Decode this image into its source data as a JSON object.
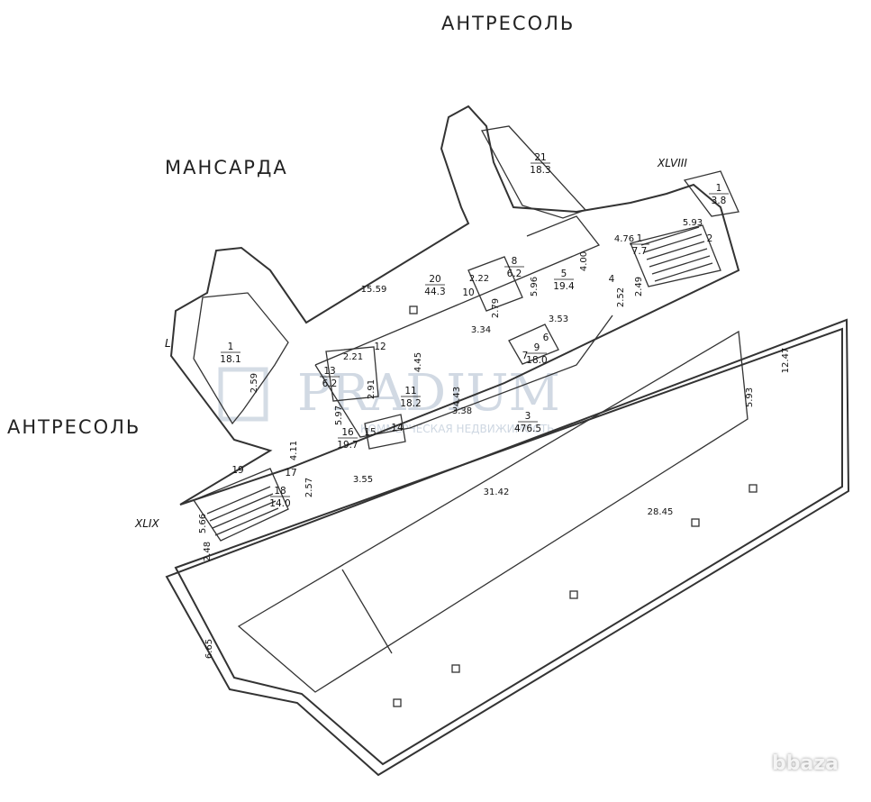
{
  "labels": {
    "antresol_top": "АНТРЕСОЛЬ",
    "mansarda": "МАНСАРДА",
    "antresol_left": "АНТРЕСОЛЬ"
  },
  "axes": {
    "xlviii": "XLVIII",
    "xlix": "XLIX",
    "l": "L"
  },
  "rooms": [
    {
      "no": "21",
      "area": "18.3"
    },
    {
      "no": "1",
      "area": "3.8"
    },
    {
      "no": "1",
      "area": "7.7"
    },
    {
      "no": "2",
      "area": ""
    },
    {
      "no": "20",
      "area": "44.3"
    },
    {
      "no": "8",
      "area": "6.2"
    },
    {
      "no": "10",
      "area": ""
    },
    {
      "no": "5",
      "area": "19.4"
    },
    {
      "no": "4",
      "area": ""
    },
    {
      "no": "9",
      "area": "18.0"
    },
    {
      "no": "7",
      "area": ""
    },
    {
      "no": "6",
      "area": ""
    },
    {
      "no": "1",
      "area": "18.1"
    },
    {
      "no": "12",
      "area": ""
    },
    {
      "no": "13",
      "area": "6.2"
    },
    {
      "no": "11",
      "area": "18.2"
    },
    {
      "no": "3",
      "area": "476.5"
    },
    {
      "no": "16",
      "area": "19.7"
    },
    {
      "no": "15",
      "area": ""
    },
    {
      "no": "14",
      "area": ""
    },
    {
      "no": "19",
      "area": ""
    },
    {
      "no": "17",
      "area": ""
    },
    {
      "no": "18",
      "area": "14.0"
    }
  ],
  "dims": [
    "5.93",
    "2.49",
    "2.52",
    "4.76",
    "4.00",
    "5.96",
    "2.22",
    "2.79",
    "3.34",
    "3.53",
    "15.59",
    "2.59",
    "2.21",
    "2.91",
    "4.45",
    "4.43",
    "5.97",
    "3.38",
    "12.47",
    "5.93",
    "4.11",
    "3.55",
    "2.57",
    "31.42",
    "28.45",
    "5.66",
    "2.48",
    "6.65"
  ],
  "watermark": {
    "brand": "PRADIUM",
    "tagline": "КОММЕРЧЕСКАЯ НЕДВИЖИМОСТЬ"
  },
  "site_badge": "bbaza"
}
